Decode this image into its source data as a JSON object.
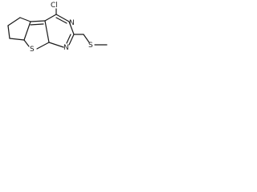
{
  "molecule": {
    "atoms": {
      "chlorine": "Cl",
      "nitrogen_upper": "N",
      "nitrogen_lower": "N",
      "sulfur_ring": "S",
      "sulfur_chain": "S"
    }
  }
}
